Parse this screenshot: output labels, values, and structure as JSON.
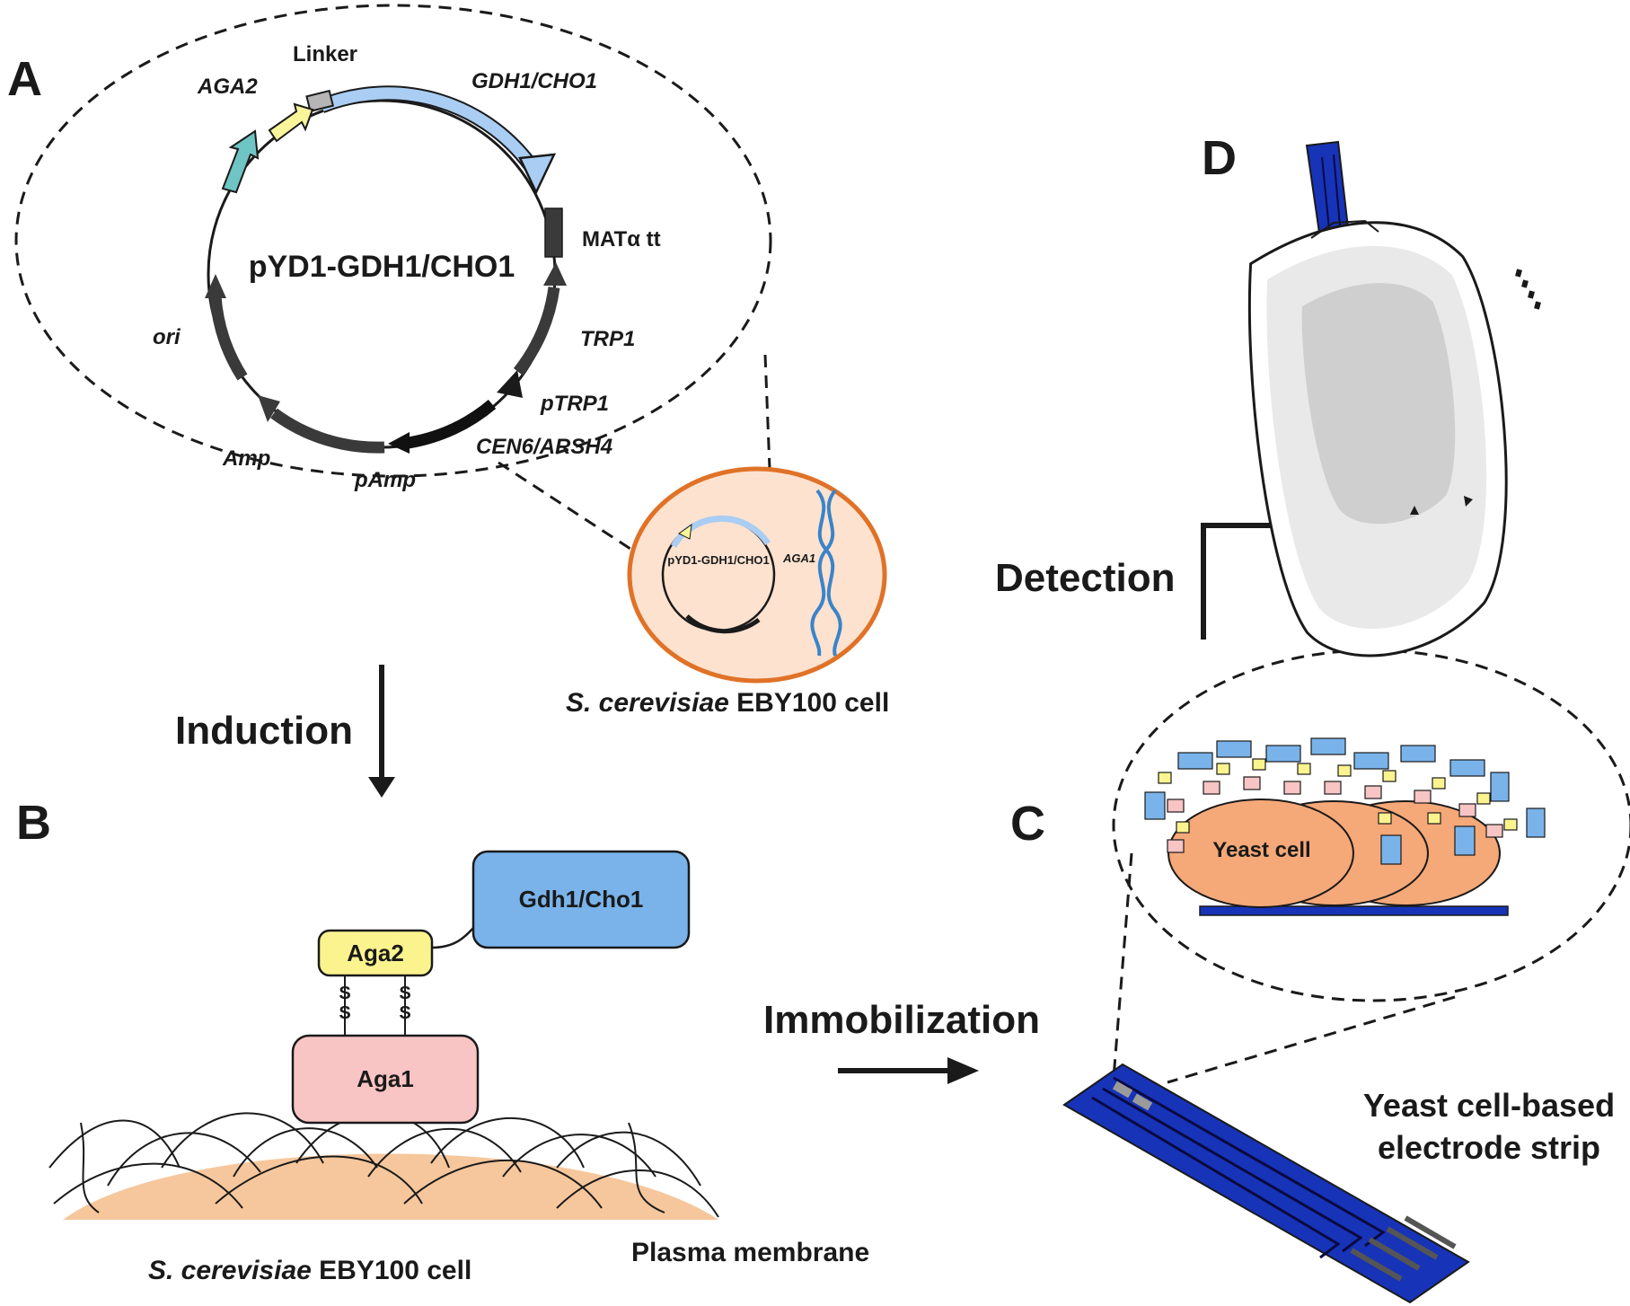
{
  "panels": {
    "a": "A",
    "b": "B",
    "c": "C",
    "d": "D"
  },
  "plasmid": {
    "name": "pYD1-GDH1/CHO1",
    "features": {
      "linker": "Linker",
      "aga2": "AGA2",
      "gdh1": "GDH1/CHO1",
      "mat": "MATα tt",
      "trp1": "TRP1",
      "ptrp1": "pTRP1",
      "cen6": "CEN6/ARSH4",
      "pamp": "pAmp",
      "amp": "Amp",
      "ori": "ori"
    }
  },
  "cell_a": {
    "plasmid_name": "pYD1-GDH1/CHO1",
    "gene": "AGA1",
    "species": "S. cerevisiae",
    "strain": " EBY100 cell"
  },
  "steps": {
    "induction": "Induction",
    "immobilization": "Immobilization",
    "detection": "Detection"
  },
  "panel_b": {
    "gdh1": "Gdh1/Cho1",
    "aga2": "Aga2",
    "aga1": "Aga1",
    "bond": "S",
    "species": "S. cerevisiae",
    "strain": " EBY100 cell",
    "membrane": "Plasma membrane"
  },
  "panel_c": {
    "yeast": "Yeast cell",
    "strip_line1": "Yeast cell-based",
    "strip_line2": "electrode strip"
  },
  "colors": {
    "gdh": "#79b3ea",
    "aga2": "#fbf48e",
    "aga1": "#f8c4c4",
    "yeast": "#f5a878",
    "strip": "#1733b8",
    "cell_border": "#e07228",
    "cell_fill": "#fde2d0",
    "teal": "#6fc4c4"
  }
}
